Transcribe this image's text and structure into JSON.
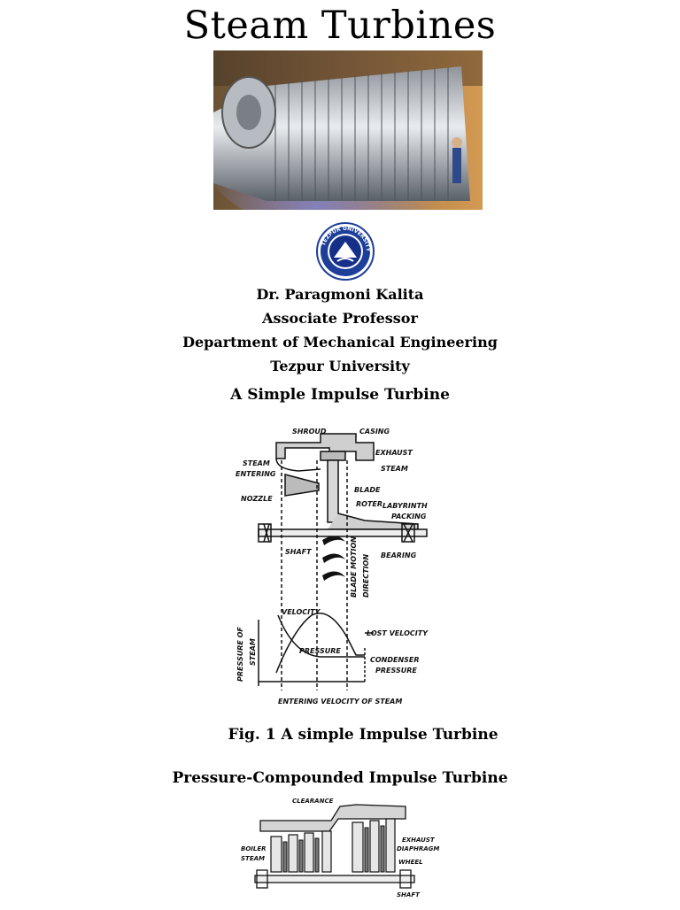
{
  "header": {
    "title": "Steam Turbines"
  },
  "author": {
    "name": "Dr. Paragmoni Kalita",
    "position": "Associate Professor",
    "department": "Department of Mechanical Engineering",
    "institution": "Tezpur University"
  },
  "logo": {
    "ring_text": "TEZPUR UNIVERSITY",
    "colors": {
      "ring": "#1d3f9a",
      "inner": "#16308a"
    }
  },
  "sections": {
    "impulse": {
      "heading": "A Simple Impulse Turbine",
      "caption": "Fig. 1 A simple Impulse Turbine",
      "labels": {
        "shroud": "SHROUD",
        "casing": "CASING",
        "exhaust": "EXHAUST",
        "steam": "STEAM",
        "steam_in": "STEAM",
        "entering": "ENTERING",
        "nozzle": "NOZZLE",
        "blade": "BLADE",
        "roter": "ROTER",
        "labyrinth": "LABYRINTH",
        "packing": "PACKING",
        "shaft": "SHAFT",
        "bearing": "BEARING",
        "blade_motion": "BLADE MOTION",
        "direction": "DIRECTION",
        "velocity": "VELOCITY",
        "pressure": "PRESSURE",
        "lost_velocity": "LOST VELOCITY",
        "condenser": "CONDENSER",
        "condenser_pressure": "PRESSURE",
        "pressure_of": "PRESSURE OF",
        "steam_axis": "STEAM",
        "entering_velocity": "ENTERING VELOCITY OF STEAM"
      }
    },
    "pressure_compounded": {
      "heading": "Pressure-Compounded Impulse Turbine",
      "labels": {
        "clearance": "CLEARANCE",
        "boiler": "BOILER",
        "steam": "STEAM",
        "exhaust": "EXHAUST",
        "diaphragm": "DIAPHRAGM",
        "wheel": "WHEEL",
        "shaft": "SHAFT"
      }
    }
  }
}
